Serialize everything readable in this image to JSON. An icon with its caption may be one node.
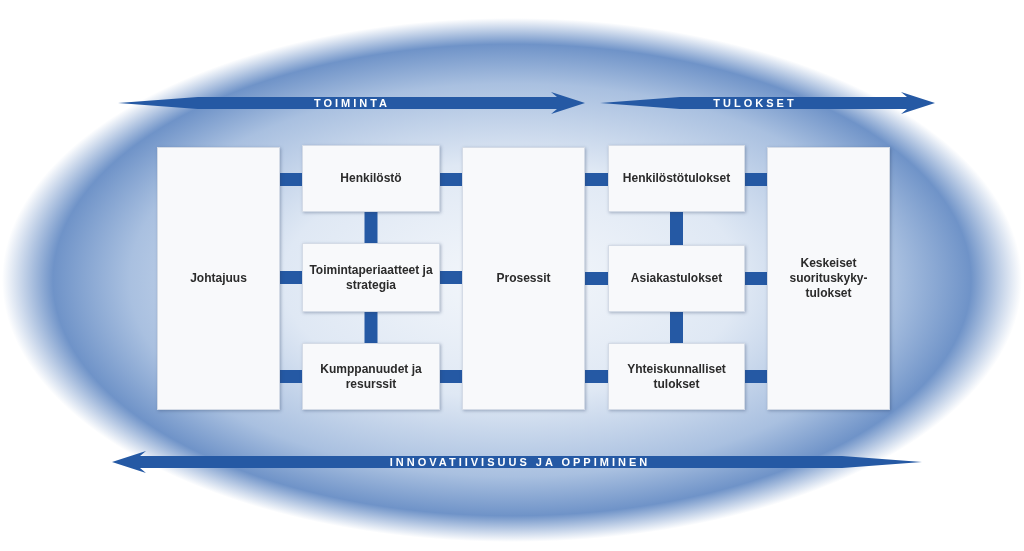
{
  "diagram": {
    "nodes": [
      {
        "text": [
          "Johtajuus"
        ]
      },
      {
        "text": [
          "Henkilöstö"
        ]
      },
      {
        "text": [
          "Toimintaperiaatteet ja strategia"
        ]
      },
      {
        "text": [
          "Kumppanuudet ja resurssit"
        ]
      },
      {
        "text": [
          "Prosessit"
        ]
      },
      {
        "text": [
          "Henkilöstötulokset"
        ]
      },
      {
        "text": [
          "Asiakastulokset"
        ]
      },
      {
        "text": [
          "Yhteiskunnalliset tulokset"
        ]
      },
      {
        "text": [
          "Keskeiset suorituskyky-tulokset"
        ]
      }
    ],
    "edges": [
      {
        "from": 0,
        "to": 1,
        "arrow": "none"
      },
      {
        "from": 0,
        "to": 2,
        "arrow": "none"
      },
      {
        "from": 0,
        "to": 3,
        "arrow": "none"
      },
      {
        "from": 1,
        "to": 2,
        "arrow": "none"
      },
      {
        "from": 2,
        "to": 3,
        "arrow": "none"
      },
      {
        "from": 1,
        "to": 4,
        "arrow": "none"
      },
      {
        "from": 2,
        "to": 4,
        "arrow": "none"
      },
      {
        "from": 3,
        "to": 4,
        "arrow": "none"
      },
      {
        "from": 4,
        "to": 5,
        "arrow": "none"
      },
      {
        "from": 4,
        "to": 6,
        "arrow": "none"
      },
      {
        "from": 4,
        "to": 7,
        "arrow": "none"
      },
      {
        "from": 5,
        "to": 6,
        "arrow": "none"
      },
      {
        "from": 6,
        "to": 7,
        "arrow": "none"
      },
      {
        "from": 5,
        "to": 8,
        "arrow": "none"
      },
      {
        "from": 6,
        "to": 8,
        "arrow": "none"
      },
      {
        "from": 7,
        "to": 8,
        "arrow": "none"
      }
    ],
    "labels": [
      "TOIMINTA",
      "TULOKSET",
      "INNOVATIIVISUUS JA OPPIMINEN"
    ]
  }
}
